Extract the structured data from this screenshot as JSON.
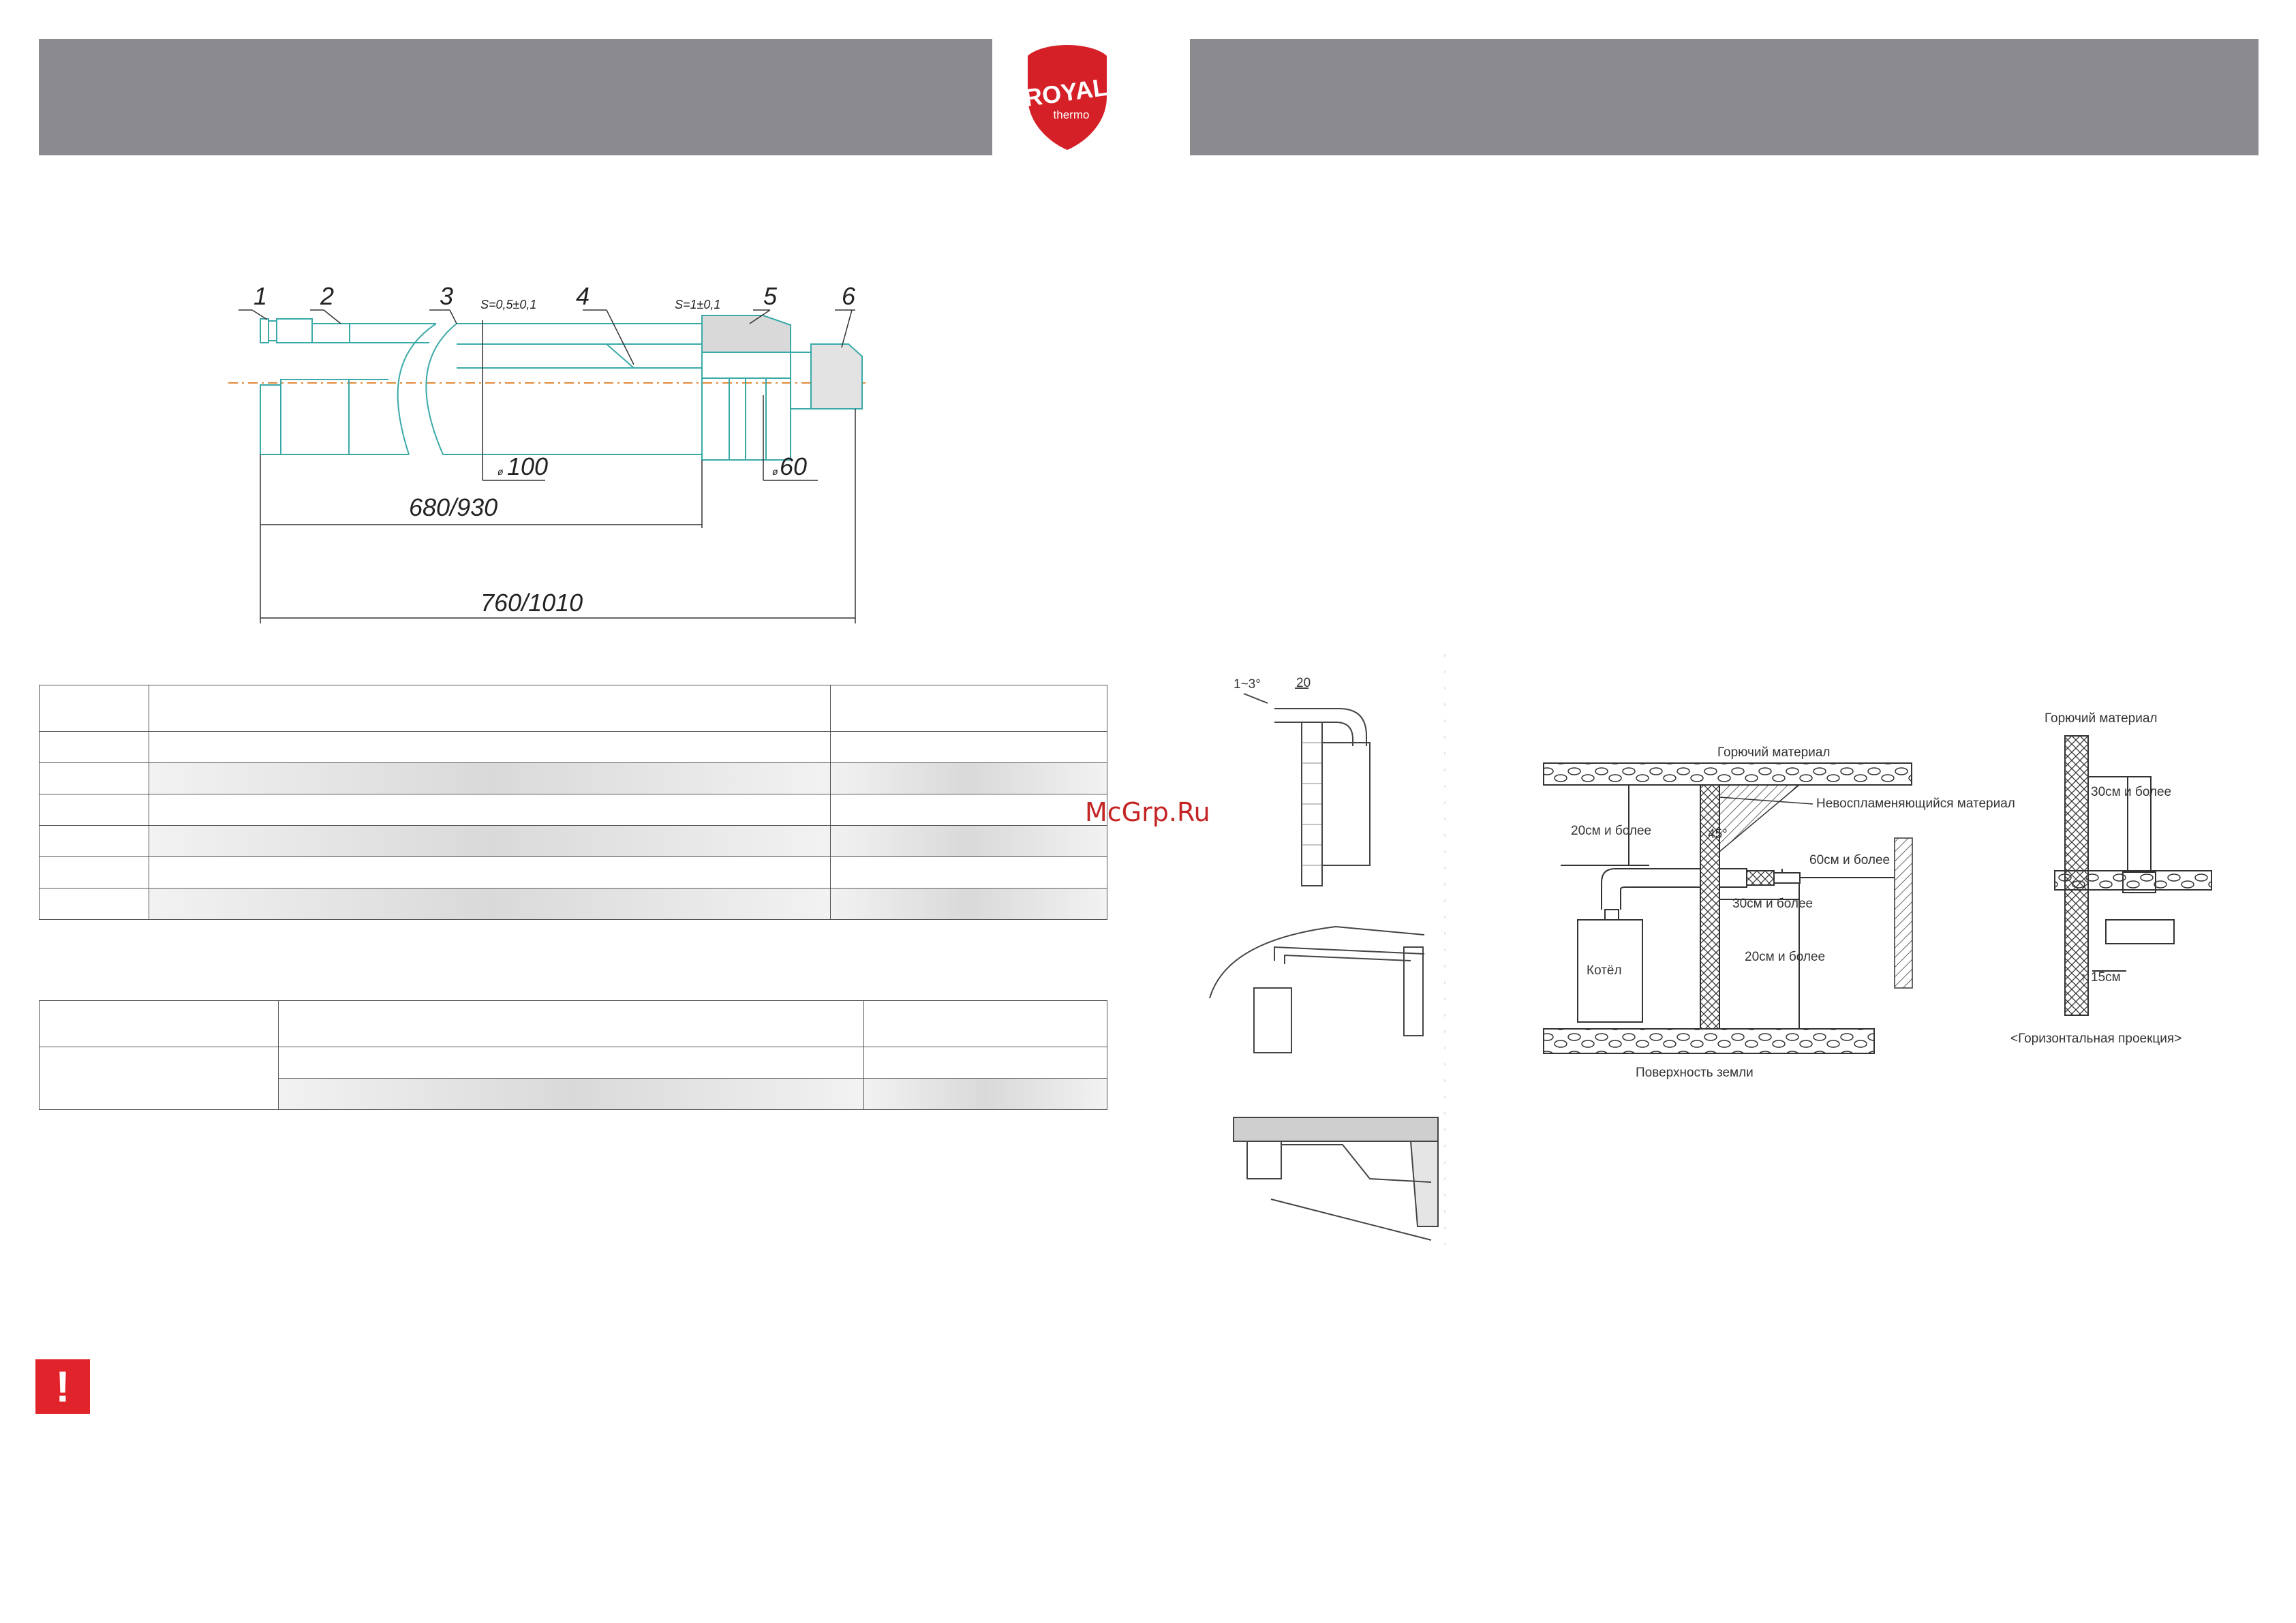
{
  "header": {
    "logo_text": "ROYAL",
    "logo_subtext": "thermo"
  },
  "pipe_drawing": {
    "parts": [
      "1",
      "2",
      "3",
      "4",
      "5",
      "6"
    ],
    "tolerance_outer": "S=0,5±0,1",
    "tolerance_inner": "S=1±0,1",
    "dia_outer": "100",
    "dia_inner": "60",
    "length_short": "680/930",
    "length_full": "760/1010"
  },
  "installation_diagram": {
    "combustible_top": "Горючий материал",
    "combustible_right": "Горючий материал",
    "non_flammable": "Невоспламеняющийся материал",
    "angle": "45°",
    "dist_20_top": "20см и более",
    "dist_60": "60см и более",
    "dist_30": "30см и более",
    "dist_20_bottom": "20см и более",
    "dist_30_right": "30см и более",
    "dist_15": "15см",
    "boiler": "Котёл",
    "ground": "Поверхность земли",
    "horizontal_projection": "<Горизонтальная проекция>"
  },
  "slope_diagram": {
    "slope": "1~3°",
    "gap": "20"
  },
  "watermark": "McGrp.Ru"
}
